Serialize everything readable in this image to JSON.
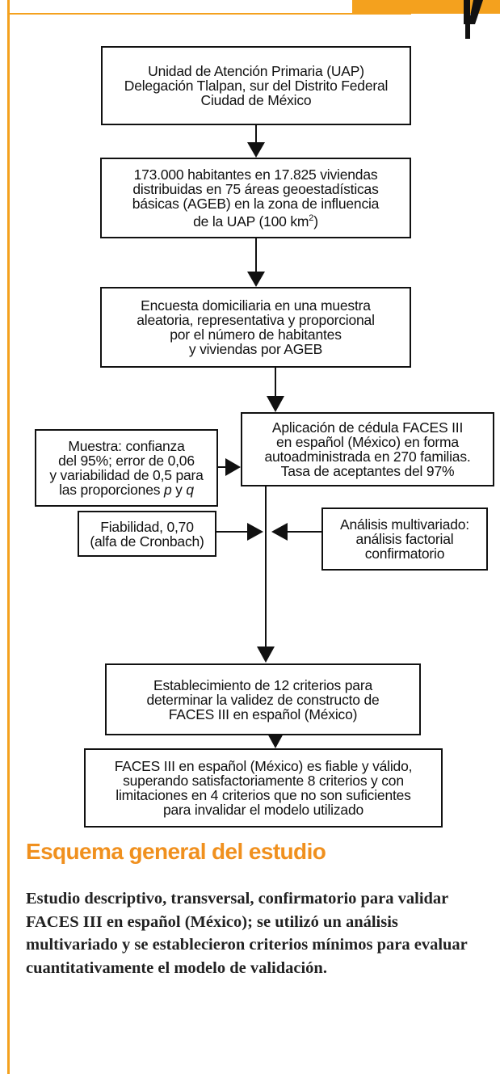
{
  "flowchart": {
    "boxes": {
      "uap": "Unidad de Atención Primaria (UAP)\nDelegación Tlalpan, sur del Distrito Federal\nCiudad de México",
      "habitantes_main": "173.000 habitantes en 17.825 viviendas\ndistribuidas en 75 áreas geoestadísticas\nbásicas (AGEB) en la zona de influencia\nde la UAP (100 km",
      "habitantes_sup": "2",
      "habitantes_end": ")",
      "encuesta": "Encuesta domiciliaria en una muestra\naleatoria, representativa y proporcional\npor el número de habitantes\ny viviendas por AGEB",
      "muestra_1": "Muestra: confianza\ndel 95%; error de 0,06\ny variabilidad de 0,5 para\nlas proporciones ",
      "muestra_p": "p",
      "muestra_y": " y ",
      "muestra_q": "q",
      "aplicacion": "Aplicación de cédula FACES III\nen español (México) en forma\nautoadministrada en 270 familias.\nTasa de aceptantes del 97%",
      "fiabilidad": "Fiabilidad, 0,70\n(alfa de Cronbach)",
      "analisis": "Análisis multivariado:\nanálisis factorial\nconfirmatorio",
      "criterios": "Establecimiento de 12 criterios para\ndeterminar la validez de constructo de\nFACES III en español (México)",
      "conclusion": "FACES III en español (México) es fiable y válido,\nsuperando satisfactoriamente 8 criterios y con\nlimitaciones en 4 criterios que no son suficientes\npara invalidar el modelo utilizado"
    }
  },
  "section": {
    "title": "Esquema general del estudio",
    "summary": "Estudio descriptivo, transversal, confirmatorio para validar FACES III en español (México); se utilizó un análisis multivariado y se establecieron criterios mínimos para evaluar cuantitativamente el modelo de validación."
  },
  "colors": {
    "accent": "#f4a11e",
    "title": "#f0901e",
    "ink": "#111111"
  },
  "icons": {
    "corner": "figure-icon"
  }
}
